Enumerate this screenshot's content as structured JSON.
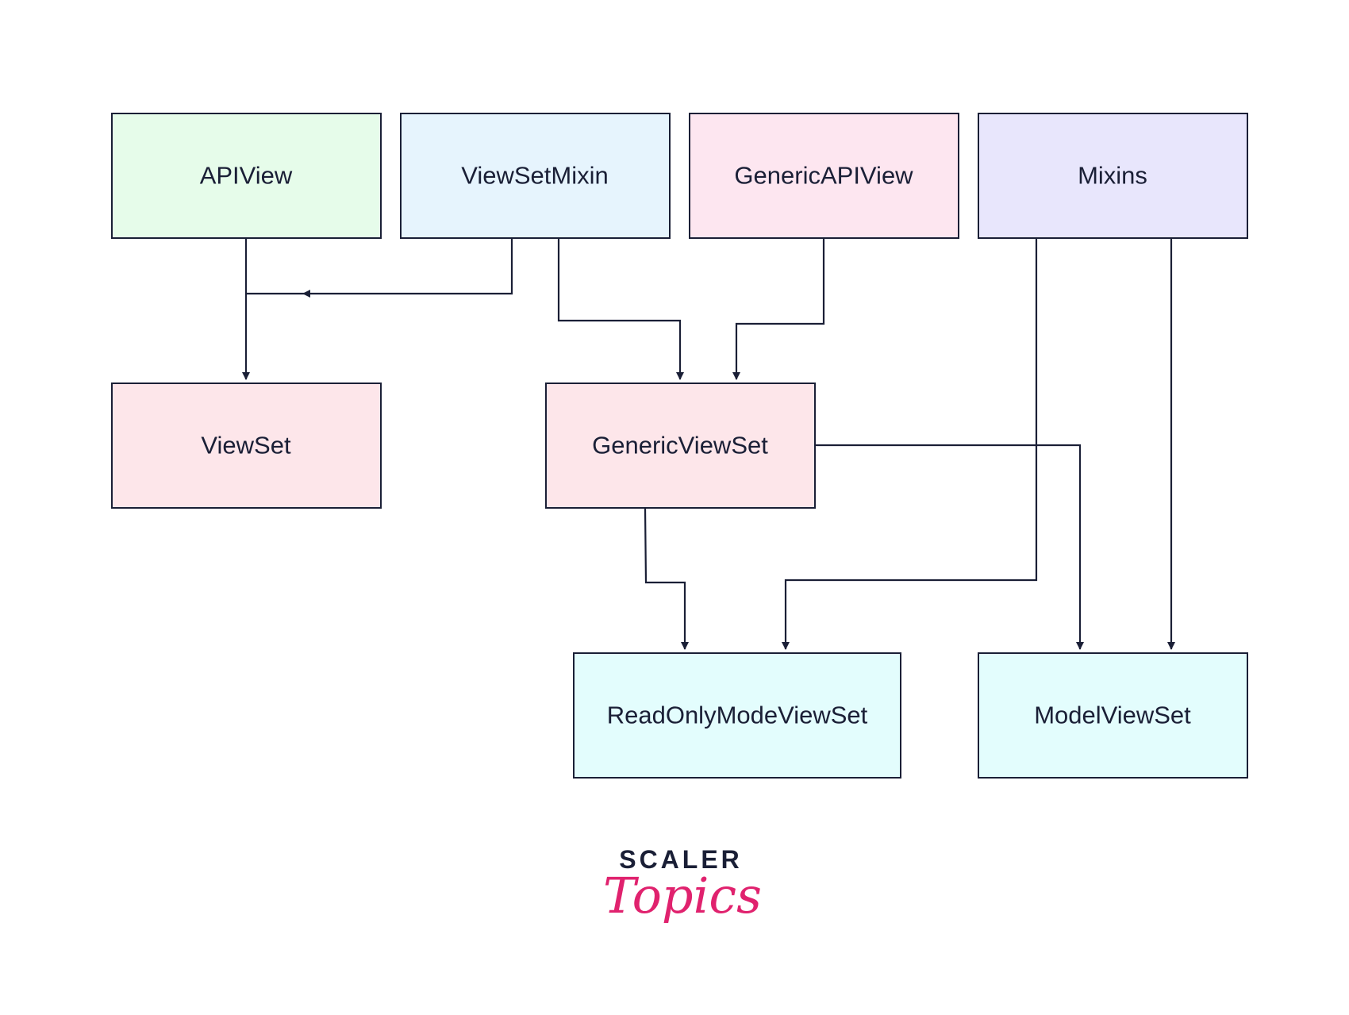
{
  "nodes": [
    {
      "id": "apiview",
      "label": "APIView",
      "fill": "#e6fcea"
    },
    {
      "id": "viewsetmixin",
      "label": "ViewSetMixin",
      "fill": "#e6f4fd"
    },
    {
      "id": "genericapiview",
      "label": "GenericAPIView",
      "fill": "#fde6f0"
    },
    {
      "id": "mixins",
      "label": "Mixins",
      "fill": "#e8e6fc"
    },
    {
      "id": "viewset",
      "label": "ViewSet",
      "fill": "#fde6ea"
    },
    {
      "id": "genericviewset",
      "label": "GenericViewSet",
      "fill": "#fde6ea"
    },
    {
      "id": "readonlymodeviewset",
      "label": "ReadOnlyModeViewSet",
      "fill": "#e3fdfd"
    },
    {
      "id": "modelviewset",
      "label": "ModelViewSet",
      "fill": "#e3fdfd"
    }
  ],
  "edges": [
    {
      "from": "apiview",
      "to": "viewset"
    },
    {
      "from": "viewsetmixin",
      "to": "viewset"
    },
    {
      "from": "viewsetmixin",
      "to": "genericviewset"
    },
    {
      "from": "genericapiview",
      "to": "genericviewset"
    },
    {
      "from": "genericviewset",
      "to": "readonlymodeviewset"
    },
    {
      "from": "mixins",
      "to": "readonlymodeviewset"
    },
    {
      "from": "genericviewset",
      "to": "modelviewset"
    },
    {
      "from": "mixins",
      "to": "modelviewset"
    }
  ],
  "logo": {
    "line1": "SCALER",
    "line2": "Topics",
    "color_dark": "#1a1f36",
    "color_accent": "#e0226e"
  },
  "colors": {
    "stroke": "#1a1f36",
    "background": "#ffffff"
  }
}
